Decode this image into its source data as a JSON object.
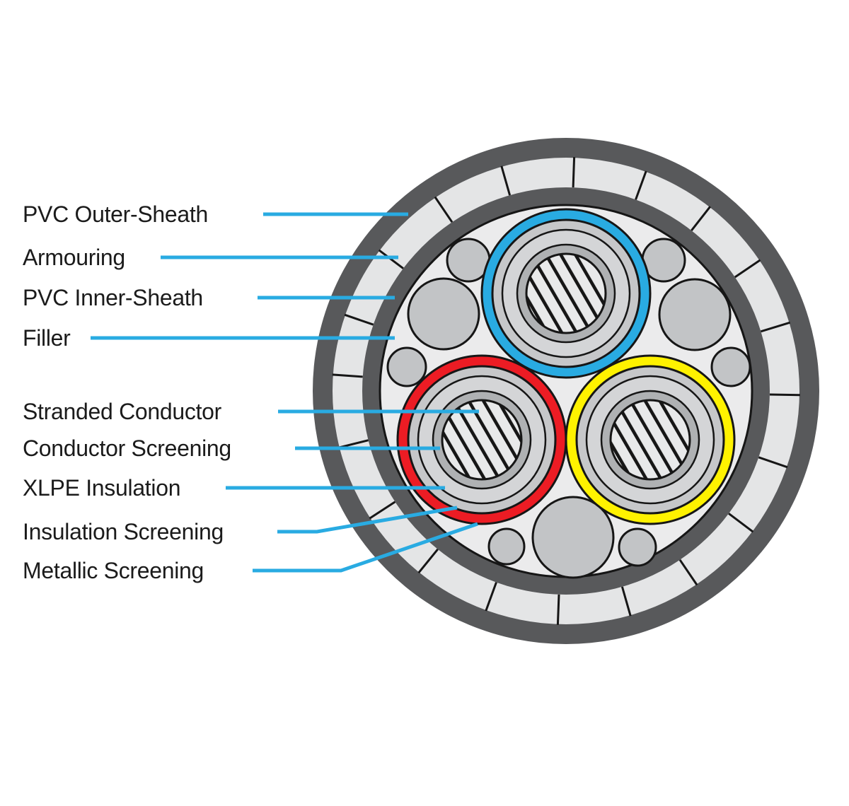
{
  "diagram": {
    "type": "cable-cross-section",
    "description": "Three-core armoured power cable cross-section with layer call-outs"
  },
  "labels": [
    {
      "id": "pvc-outer-sheath",
      "text": "PVC Outer-Sheath"
    },
    {
      "id": "armouring",
      "text": "Armouring"
    },
    {
      "id": "pvc-inner-sheath",
      "text": "PVC Inner-Sheath"
    },
    {
      "id": "filler",
      "text": "Filler"
    },
    {
      "id": "stranded-conductor",
      "text": "Stranded Conductor"
    },
    {
      "id": "conductor-screening",
      "text": "Conductor Screening"
    },
    {
      "id": "xlpe-insulation",
      "text": "XLPE Insulation"
    },
    {
      "id": "insulation-screening",
      "text": "Insulation Screening"
    },
    {
      "id": "metallic-screening",
      "text": "Metallic Screening"
    }
  ],
  "cores": [
    {
      "position": "top",
      "ring_color": "blue"
    },
    {
      "position": "bottom-left",
      "ring_color": "red"
    },
    {
      "position": "bottom-right",
      "ring_color": "yellow"
    }
  ],
  "colors": {
    "core_blue": "#29ABE2",
    "core_red": "#EC1C24",
    "core_yellow": "#FFF200",
    "sheath": "#58595B",
    "armour": "#E4E5E6",
    "inner_bg": "#EBEBEC",
    "filler": "#C2C4C6",
    "band_a": "#C6C7C9",
    "band_b": "#D4D5D7",
    "band_c": "#AFB1B3",
    "hatch_bg": "#E8E9EA",
    "leader": "#29ABE2",
    "outline": "#161616",
    "text": "#1B1B1B"
  }
}
